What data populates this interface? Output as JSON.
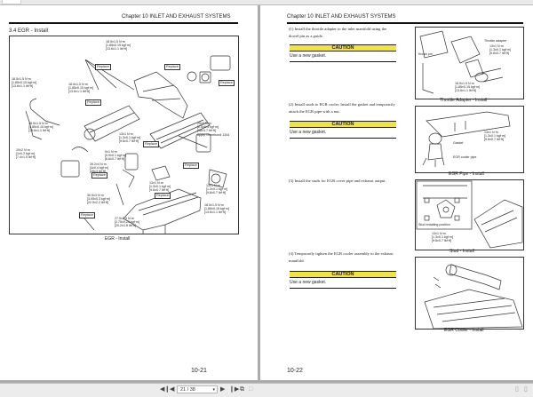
{
  "viewer": {
    "current_page": "21",
    "total_pages": "38",
    "page_indicator": "21 / 38",
    "icons": [
      "first-page-icon",
      "prev-page-icon",
      "next-page-icon",
      "last-page-icon",
      "two-page-view-icon",
      "single-page-view-icon"
    ],
    "corner_icons": [
      "layout-single-icon",
      "layout-double-icon"
    ]
  },
  "left_page": {
    "chapter_header": "Chapter 10  INLET AND EXHAUST SYSTEMS",
    "section_title": "3.4   EGR - Install",
    "figure_caption": "EGR - Install",
    "page_number": "10-21",
    "annotations": [
      {
        "id": "a1",
        "text": "18.5±1.5 N·m\n[1.85±0.15 kgf·m]\n[13.6±1.1 lbf·ft]"
      },
      {
        "id": "a2",
        "text": "18.5±1.5 N·m\n[1.85±0.15 kgf·m]\n[13.6±1.1 lbf·ft]"
      },
      {
        "id": "a3",
        "text": "18.5±1.5 N·m\n[1.85±0.15 kgf·m]\n[13.6±1.1 lbf·ft]"
      },
      {
        "id": "a4",
        "text": "18.5±1.5 N·m\n[1.85±0.15 kgf·m]\n[13.6±1.1 lbf·ft]"
      },
      {
        "id": "a5",
        "text": "25±5 N·m\n[2.5±0.5 kgf·m]\n[18±3.7 lbf·ft]\nApply Threebond 1344"
      },
      {
        "id": "a6",
        "text": "13±1 N·m\n[1.3±0.1 kgf·m]\n[9.6±0.7 lbf·ft]"
      },
      {
        "id": "a7",
        "text": "9±1 N·m\n[0.9±0.1 kgf·m]\n[6.6±0.7 lbf·ft]"
      },
      {
        "id": "a8",
        "text": "10±2 N·m\n[1±0.2 kgf·m]\n[7.4±1.5 lbf·ft]"
      },
      {
        "id": "a9",
        "text": "39.2±4 N·m\n[4±0.4 kgf·m]\n[29±3 lbf·ft]"
      },
      {
        "id": "a10",
        "text": "30.5±3 N·m\n[3.05±0.3 kgf·m]\n[22.5±2.2 lbf·ft]"
      },
      {
        "id": "a11",
        "text": "13±1 N·m\n[1.3±0.1 kgf·m]\n[9.6±0.7 lbf·ft]"
      },
      {
        "id": "a12",
        "text": "27.5±2.5 N·m\n[2.75±0.25 kgf·m]\n[20.2±1.8 lbf·ft]"
      },
      {
        "id": "a13",
        "text": "13±1 N·m\n[1.3±0.1 kgf·m]\n[9.6±0.7 lbf·ft]"
      },
      {
        "id": "a14",
        "text": "18.5±1.5 N·m\n[1.85±0.15 kgf·m]\n[13.6±1.1 lbf·ft]"
      }
    ],
    "replace_label": "Replace"
  },
  "right_page": {
    "chapter_header": "Chapter 10 INLET AND EXHAUST SYSTEMS",
    "page_number": "10-22",
    "steps": [
      {
        "text": "(1)  Install the throttle adapter to the inlet manifold using the dowel pin as a guide.",
        "caution_title": "CAUTION",
        "caution_text": "Use a new gasket."
      },
      {
        "text": "(2)  Install studs to EGR cooler. Install the gasket and temporarily attach the EGR pipe with a nut.",
        "caution_title": "CAUTION",
        "caution_text": "Use a new gasket."
      },
      {
        "text": "(3)  Install the studs for EGR cover pipe and exhaust output."
      },
      {
        "text": "(4)  Temporarily tighten the EGR cooler assembly to the exhaust manifold.",
        "caution_title": "CAUTION",
        "caution_text": "Use a new gasket."
      }
    ],
    "figures": [
      {
        "caption": "Throttle Adapter - Install",
        "labels": [
          "Throttle adapter",
          "13±1 N·m\n[1.3±0.1 kgf·m]\n[9.6±0.7 lbf·ft]",
          "Knock pin",
          "18.5±1.5 N·m\n[1.85±0.15 kgf·m]\n[13.6±1.1 lbf·ft]"
        ]
      },
      {
        "caption": "EGR Pipe - Install",
        "labels": [
          "13±1 N·m\n[1.3±0.1 kgf·m]\n[9.6±0.7 lbf·ft]",
          "Gasket",
          "EGR cooler pipe"
        ]
      },
      {
        "caption": "Stud - Install",
        "labels": [
          "Stud installing position",
          "13±1 N·m\n[1.3±0.1 kgf·m]\n[9.6±0.7 lbf·ft]"
        ]
      },
      {
        "caption": "EGR Cooler - Install",
        "labels": []
      }
    ]
  },
  "colors": {
    "caution_bar": "#f1e24a",
    "viewer_bg": "#ababab",
    "toolbar_bg": "#ececec"
  }
}
